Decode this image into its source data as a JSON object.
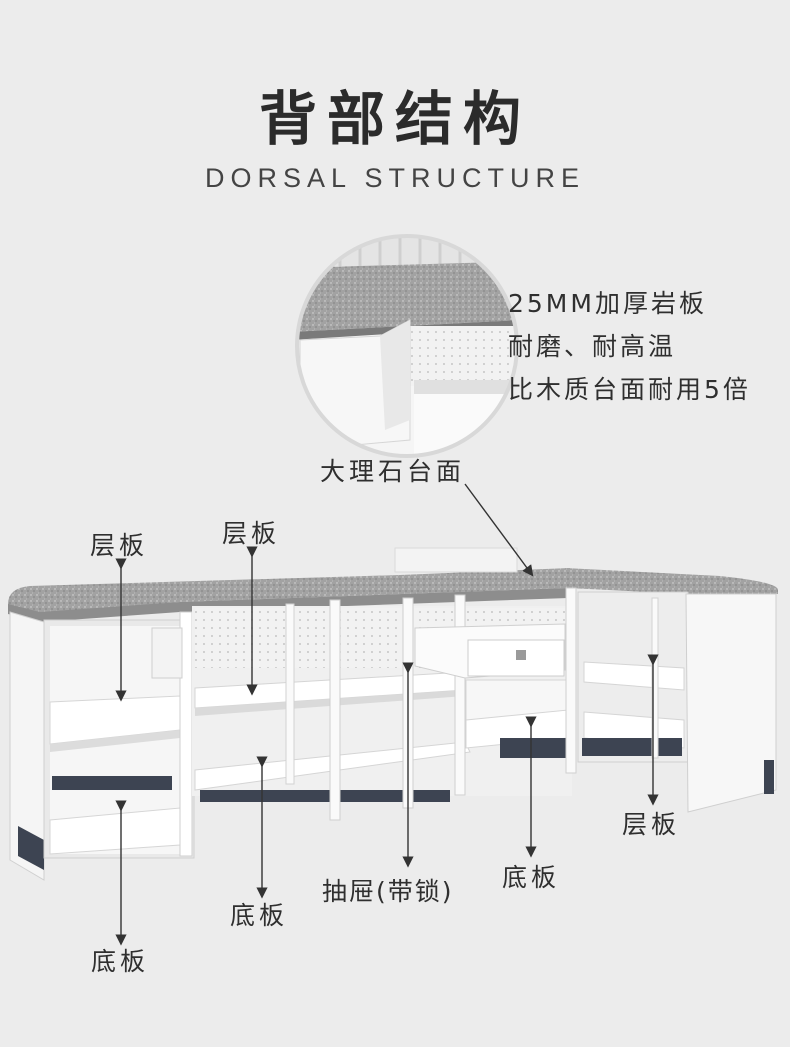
{
  "header": {
    "title": "背部结构",
    "subtitle": "DORSAL STRUCTURE"
  },
  "feature_lines": [
    "25MM加厚岩板",
    "耐磨、耐高温",
    "比木质台面耐用5倍"
  ],
  "labels": {
    "marble_top": "大理石台面",
    "shelf_left": "层板",
    "shelf_mid": "层板",
    "shelf_right": "层板",
    "bottom_left": "底板",
    "bottom_mid": "底板",
    "bottom_right": "底板",
    "drawer": "抽屉(带锁)"
  },
  "colors": {
    "background": "#ececec",
    "marble": "#9c9c9c",
    "cabinet": "#f4f4f4",
    "base": "#3d4452",
    "line": "#333333"
  }
}
